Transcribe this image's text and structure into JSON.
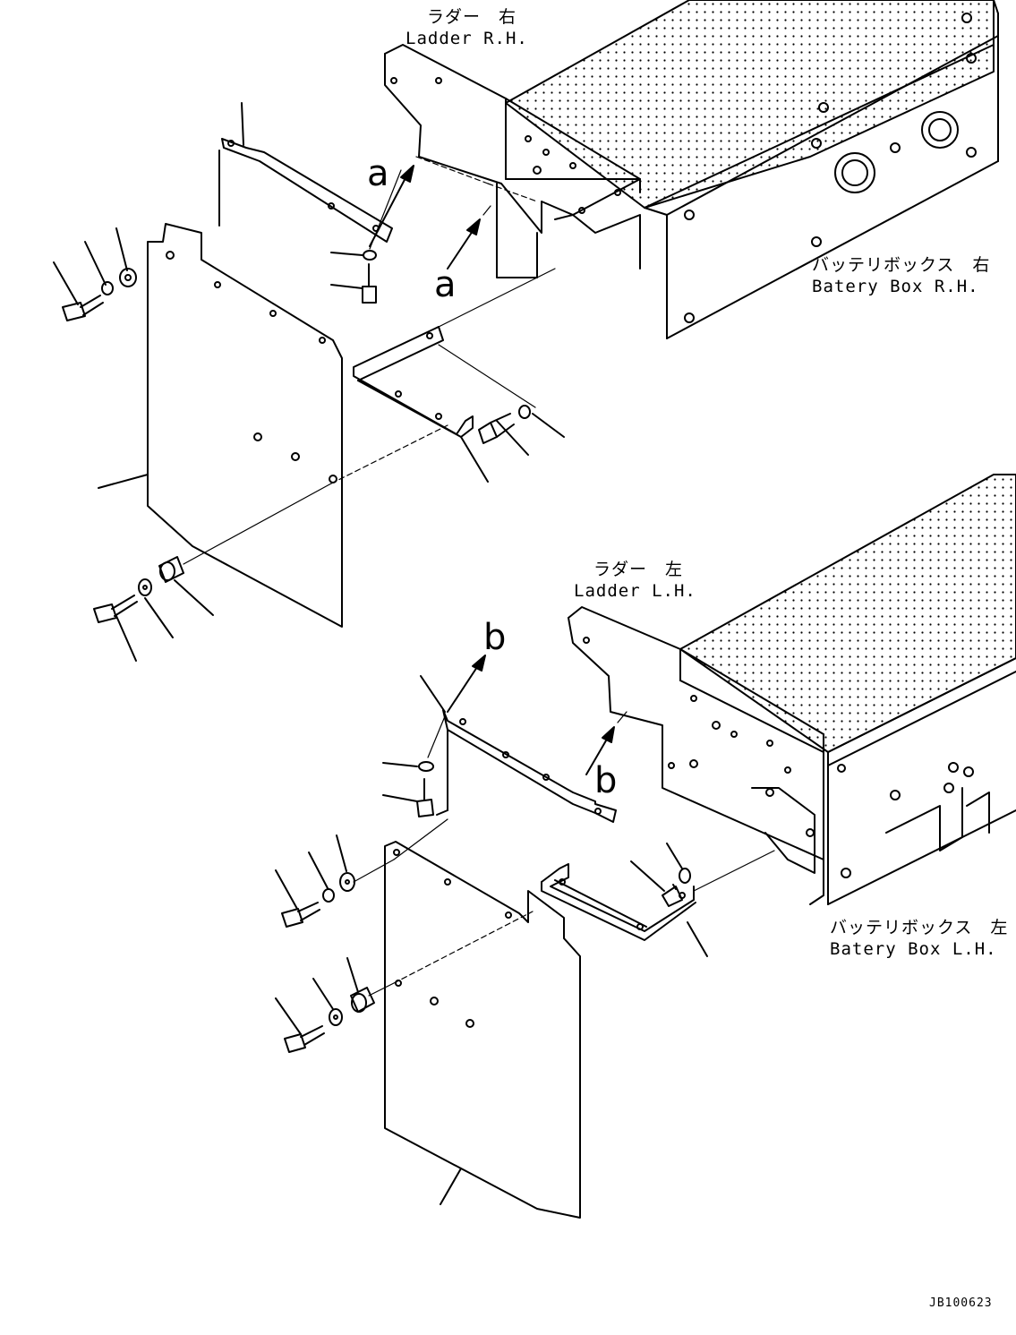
{
  "labels": {
    "ladder_rh_jp": "ラダー　右",
    "ladder_rh_en": "Ladder R.H.",
    "battery_rh_jp": "バッテリボックス　右",
    "battery_rh_en": "Batery Box R.H.",
    "ladder_lh_jp": "ラダー　左",
    "ladder_lh_en": "Ladder L.H.",
    "battery_lh_jp": "バッテリボックス　左",
    "battery_lh_en": "Batery Box L.H."
  },
  "refs": {
    "a_upper": "a",
    "a_lower": "a",
    "b_upper": "b",
    "b_lower": "b"
  },
  "drawing_code": "JB100623"
}
